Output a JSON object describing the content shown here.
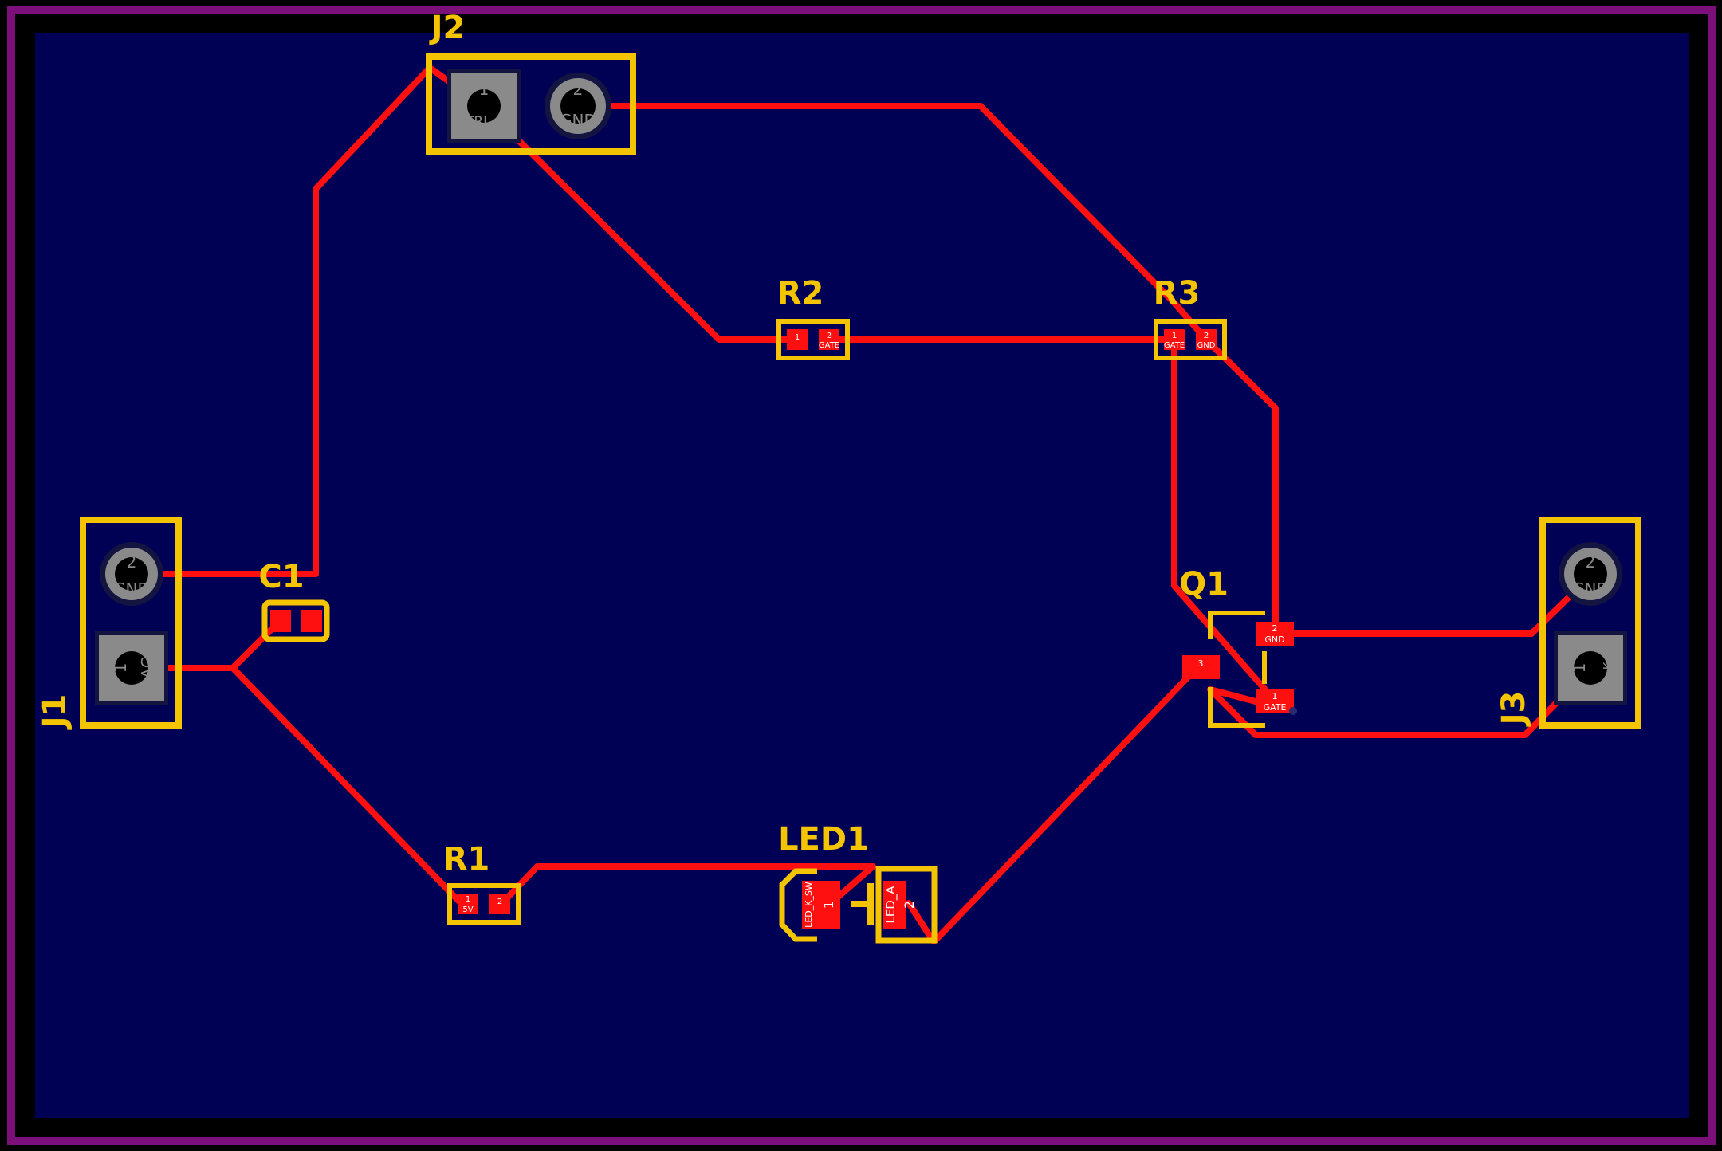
{
  "colors": {
    "background": "#000000",
    "board_fill": "#000055",
    "board_edge": "#7b107b",
    "copper": "#ff1010",
    "silkscreen": "#f5c400",
    "through_hole": "#8a8a8a"
  },
  "components": {
    "J1": {
      "ref": "J1",
      "pins": [
        {
          "num": "2",
          "net": "GND"
        },
        {
          "num": "1",
          "net": "AC"
        }
      ]
    },
    "J2": {
      "ref": "J2",
      "pins": [
        {
          "num": "1",
          "net": "CTRL_IN"
        },
        {
          "num": "2",
          "net": "GND"
        }
      ]
    },
    "J3": {
      "ref": "J3",
      "pins": [
        {
          "num": "2",
          "net": "GND"
        },
        {
          "num": "1",
          "net": "LED_K_SW"
        }
      ]
    },
    "C1": {
      "ref": "C1"
    },
    "R1": {
      "ref": "R1",
      "pins": [
        {
          "num": "1",
          "net": "5V"
        },
        {
          "num": "2",
          "net": ""
        }
      ]
    },
    "R2": {
      "ref": "R2",
      "pins": [
        {
          "num": "1",
          "net": ""
        },
        {
          "num": "2",
          "net": "GATE"
        }
      ]
    },
    "R3": {
      "ref": "R3",
      "pins": [
        {
          "num": "1",
          "net": "GATE"
        },
        {
          "num": "2",
          "net": "GND"
        }
      ]
    },
    "Q1": {
      "ref": "Q1",
      "pins": [
        {
          "num": "2",
          "net": "GND"
        },
        {
          "num": "3",
          "net": ""
        },
        {
          "num": "1",
          "net": "GATE"
        }
      ]
    },
    "LED1": {
      "ref": "LED1",
      "pins": [
        {
          "num": "1",
          "net": "LED_K_SW"
        },
        {
          "num": "2",
          "net": "LED_A"
        }
      ]
    }
  }
}
